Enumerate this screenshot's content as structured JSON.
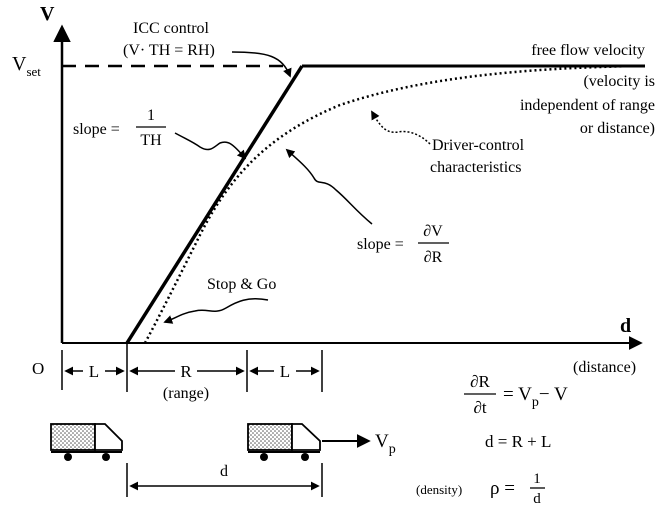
{
  "axes": {
    "y_label": "V",
    "y_tick_main": "V",
    "y_tick_sub": "set",
    "x_label": "d",
    "x_caption": "(distance)",
    "origin": "O"
  },
  "annotations": {
    "icc_line1": "ICC control",
    "icc_line2": "(V· TH = RH)",
    "free_flow_line1": "free flow velocity",
    "free_flow_line2": "(velocity is",
    "free_flow_line3": "independent of range",
    "free_flow_line4": "or distance)",
    "driver_line1": "Driver-control",
    "driver_line2": "characteristics",
    "slope1_prefix": "slope =",
    "slope1_num": "1",
    "slope1_den": "TH",
    "slope2_prefix": "slope =",
    "slope2_num": "∂V",
    "slope2_den": "∂R",
    "stop_go": "Stop & Go"
  },
  "dimensions": {
    "L_left": "L",
    "R": "R",
    "range": "(range)",
    "L_right": "L",
    "d": "d"
  },
  "equations": {
    "dRdt_num": "∂R",
    "dRdt_den": "∂t",
    "dRdt_rhs_eq": "= V",
    "dRdt_rhs_sub": "p",
    "dRdt_rhs_tail": "− V",
    "d_eq": "d = R + L",
    "density_label": "(density)",
    "density_rho": "ρ =",
    "density_num": "1",
    "density_den": "d"
  },
  "vehicle": {
    "vp_main": "V",
    "vp_sub": "p"
  }
}
